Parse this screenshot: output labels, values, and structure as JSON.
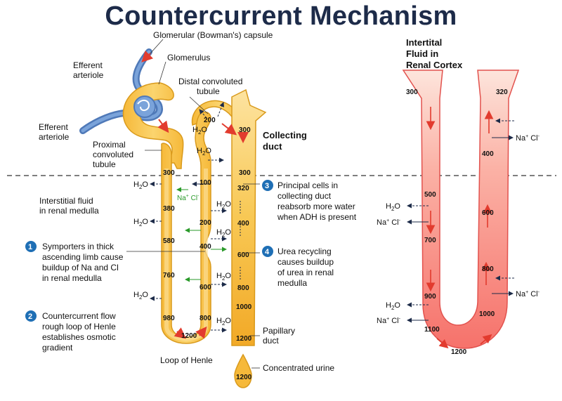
{
  "title": "Countercurrent Mechanism",
  "labels": {
    "capsule": "Glomerular (Bowman's) capsule",
    "glomerulus": "Glomerulus",
    "efferent_top_1": "Efferent",
    "efferent_top_2": "arteriole",
    "efferent_bot_1": "Efferent",
    "efferent_bot_2": "arteriole",
    "distal_1": "Distal convoluted",
    "distal_2": "tubule",
    "proximal_1": "Proximal",
    "proximal_2": "convoluted",
    "proximal_3": "tubule",
    "collecting_1": "Collecting",
    "collecting_2": "duct",
    "interstitial_1": "Interstitial fluid",
    "interstitial_2": "in renal medulla",
    "papillary_1": "Papillary",
    "papillary_2": "duct",
    "loop": "Loop of Henle",
    "urine": "Concentrated urine",
    "cortex_1": "Intertital",
    "cortex_2": "Fluid in",
    "cortex_3": "Renal Cortex"
  },
  "notes": [
    {
      "num": "1",
      "lines": [
        "Symporters in thick",
        "ascending limb cause",
        "buildup of Na and Cl",
        "in renal medulla"
      ]
    },
    {
      "num": "2",
      "lines": [
        "Countercurrent flow",
        "rough loop of Henle",
        "establishes osmotic",
        "gradient"
      ]
    },
    {
      "num": "3",
      "lines": [
        "Principal cells in",
        "collecting duct",
        "reabsorb more water",
        "when ADH is present"
      ]
    },
    {
      "num": "4",
      "lines": [
        "Urea recycling",
        "causes buildup",
        "of urea in renal",
        "medulla"
      ]
    }
  ],
  "nephron_values": {
    "descending": [
      "300",
      "380",
      "580",
      "760",
      "980"
    ],
    "ascending": [
      "100",
      "200",
      "400",
      "600",
      "800"
    ],
    "bottom": "1200",
    "distal": "200",
    "collecting": [
      "300",
      "300",
      "320",
      "400",
      "600",
      "800",
      "1000",
      "1200"
    ],
    "urine": "1200"
  },
  "vasa_values": {
    "left": [
      "300",
      "500",
      "700",
      "900",
      "1100"
    ],
    "right": [
      "320",
      "400",
      "600",
      "800",
      "1000"
    ],
    "bottom": "1200"
  },
  "ions": {
    "h2o": "H",
    "h2o_sub": "2",
    "h2o_o": "O",
    "na": "Na",
    "na_sup": "+",
    "cl": " Cl",
    "cl_sup": "-"
  },
  "colors": {
    "tubule": "#f7c24a",
    "tubule_light": "#fde7a6",
    "tubule_edge": "#d99a1c",
    "vasa": "#f67a76",
    "vasa_light": "#fde2da",
    "vasa_edge": "#e2524e",
    "title": "#1d2b49",
    "badge": "#1f6fb5",
    "arrow_red": "#e23b2e",
    "arrow_dark": "#1d2b49",
    "arrow_green": "#2a9a2a"
  }
}
